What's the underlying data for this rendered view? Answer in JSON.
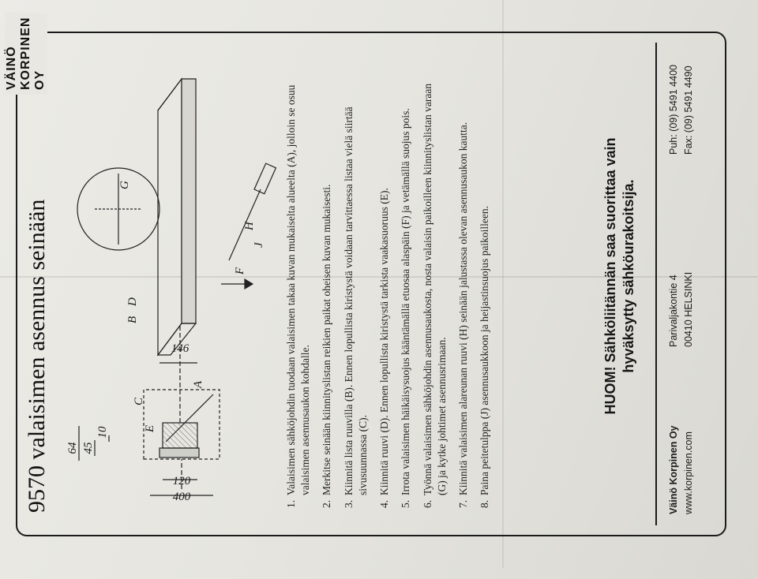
{
  "header": {
    "brand": "VÄINÖ KORPINEN OY"
  },
  "title": "9570 valaisimen asennus seinään",
  "diagram": {
    "dims": [
      "400",
      "120",
      "146",
      "64",
      "45",
      "10"
    ],
    "labels": [
      "A",
      "B",
      "C",
      "D",
      "E",
      "F",
      "G",
      "H",
      "J"
    ]
  },
  "steps": [
    {
      "num": "1.",
      "text": "Valaisimen sähköjohdin tuodaan valaisimen takaa kuvan mukaiselta alueelta (A), jolloin se osuu valaisimen asennusaukon kohdalle."
    },
    {
      "num": "2.",
      "text": "Merkitse seinään kiinnityslistan reikien paikat oheisen kuvan mukaisesti."
    },
    {
      "num": "3.",
      "text": "Kiinnitä lista ruuvilla (B). Ennen lopullista kiristystä voidaan tarvittaessa listaa vielä siirtää sivusuunnassa (C)."
    },
    {
      "num": "4.",
      "text": "Kiinnitä ruuvi (D). Ennen lopullista kiristystä tarkista vaakasuoruus (E)."
    },
    {
      "num": "5.",
      "text": "Irrota valaisimen häikäisysuojus kääntämällä etuosaa alaspäin (F) ja vetämällä suojus pois."
    },
    {
      "num": "6.",
      "text": "Työnnä valaisimen sähköjohdin asennusaukosta, nosta valaisin paikoilleen kiinnityslistan varaan (G) ja kytke johtimet asennusrimaan."
    },
    {
      "num": "7.",
      "text": "Kiinnitä valaisimen alareunan ruuvi (H) seinään jalustassa olevan asennusaukon kautta."
    },
    {
      "num": "8.",
      "text": "Paina peitetulppa (J) asennusaukkoon ja heijastinsuojus paikoilleen."
    }
  ],
  "notice": {
    "line1": "HUOM! Sähköliitännän saa suorittaa vain",
    "line2": "hyväksytty sähköurakoitsija."
  },
  "footer": {
    "company": "Väinö Korpinen Oy",
    "website": "www.korpinen.com",
    "street": "Parivaljakontie 4",
    "postal": "00410 HELSINKI",
    "phone": "Puh: (09) 5491 4400",
    "fax": "Fax: (09) 5491 4490"
  }
}
